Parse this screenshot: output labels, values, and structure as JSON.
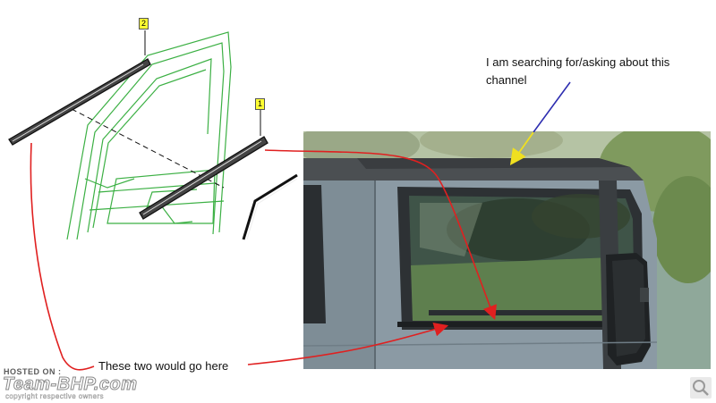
{
  "callouts": {
    "part2": "2",
    "part1": "1"
  },
  "annotations": {
    "question": "I am searching for/asking about this\nchannel",
    "placement": "These two would go here"
  },
  "watermark": {
    "hosted": "HOSTED ON :",
    "brand": "Team-BHP.com",
    "copyright": "copyright respective owners"
  },
  "colors": {
    "diagram_frame": "#3cb044",
    "arrow_red": "#e02020",
    "arrow_blue": "#2d2db0",
    "arrow_yellow": "#f0e020",
    "callout_bg": "#ffff33"
  },
  "icons": {
    "zoom": "magnifier-icon"
  }
}
